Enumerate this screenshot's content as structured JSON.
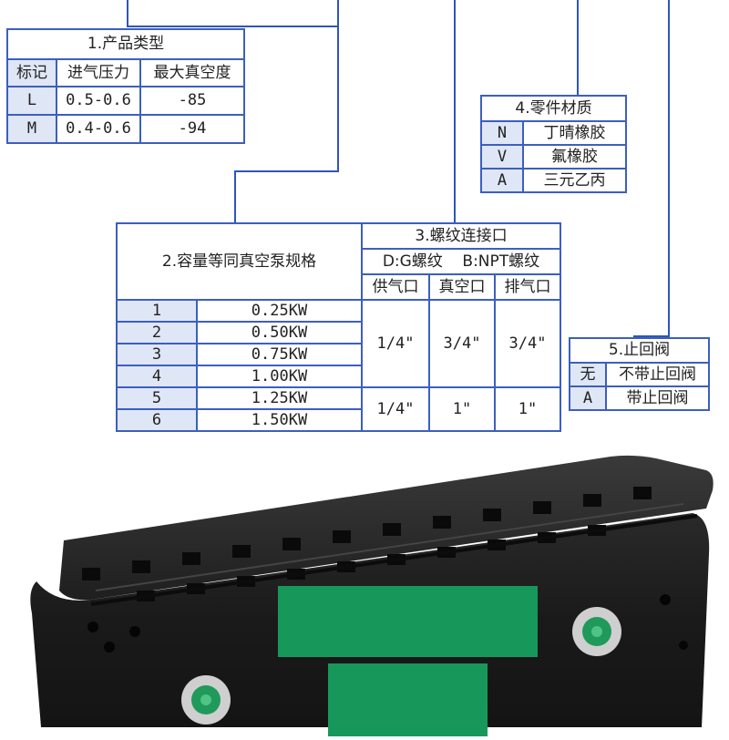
{
  "t1": {
    "title": "1.产品类型",
    "headers": [
      "标记",
      "进气压力",
      "最大真空度"
    ],
    "rows": [
      {
        "mark": "L",
        "pressure": "0.5-0.6",
        "vacuum": "-85"
      },
      {
        "mark": "M",
        "pressure": "0.4-0.6",
        "vacuum": "-94"
      }
    ]
  },
  "t4": {
    "title": "4.零件材质",
    "rows": [
      {
        "code": "N",
        "material": "丁晴橡胶"
      },
      {
        "code": "V",
        "material": "氟橡胶"
      },
      {
        "code": "A",
        "material": "三元乙丙"
      }
    ]
  },
  "t23": {
    "title_capacity": "2.容量等同真空泵规格",
    "title_thread": "3.螺纹连接口",
    "thread_types": "D:G螺纹    B:NPT螺纹",
    "port_headers": [
      "供气口",
      "真空口",
      "排气口"
    ],
    "sizes": [
      {
        "n": "1",
        "kw": "0.25KW"
      },
      {
        "n": "2",
        "kw": "0.50KW"
      },
      {
        "n": "3",
        "kw": "0.75KW"
      },
      {
        "n": "4",
        "kw": "1.00KW"
      },
      {
        "n": "5",
        "kw": "1.25KW"
      },
      {
        "n": "6",
        "kw": "1.50KW"
      }
    ],
    "ports_group_a": [
      "1/4\"",
      "3/4\"",
      "3/4\""
    ],
    "ports_group_b": [
      "1/4\"",
      "1\"",
      "1\""
    ]
  },
  "t5": {
    "title": "5.止回阀",
    "rows": [
      {
        "code": "无",
        "label": "不带止回阀"
      },
      {
        "code": "A",
        "label": "带止回阀"
      }
    ]
  },
  "colors": {
    "table_border": "#3c5fbf",
    "label_fill": "#dfe6f5",
    "body": "#1d1d1d",
    "label_green": "#17985a"
  }
}
